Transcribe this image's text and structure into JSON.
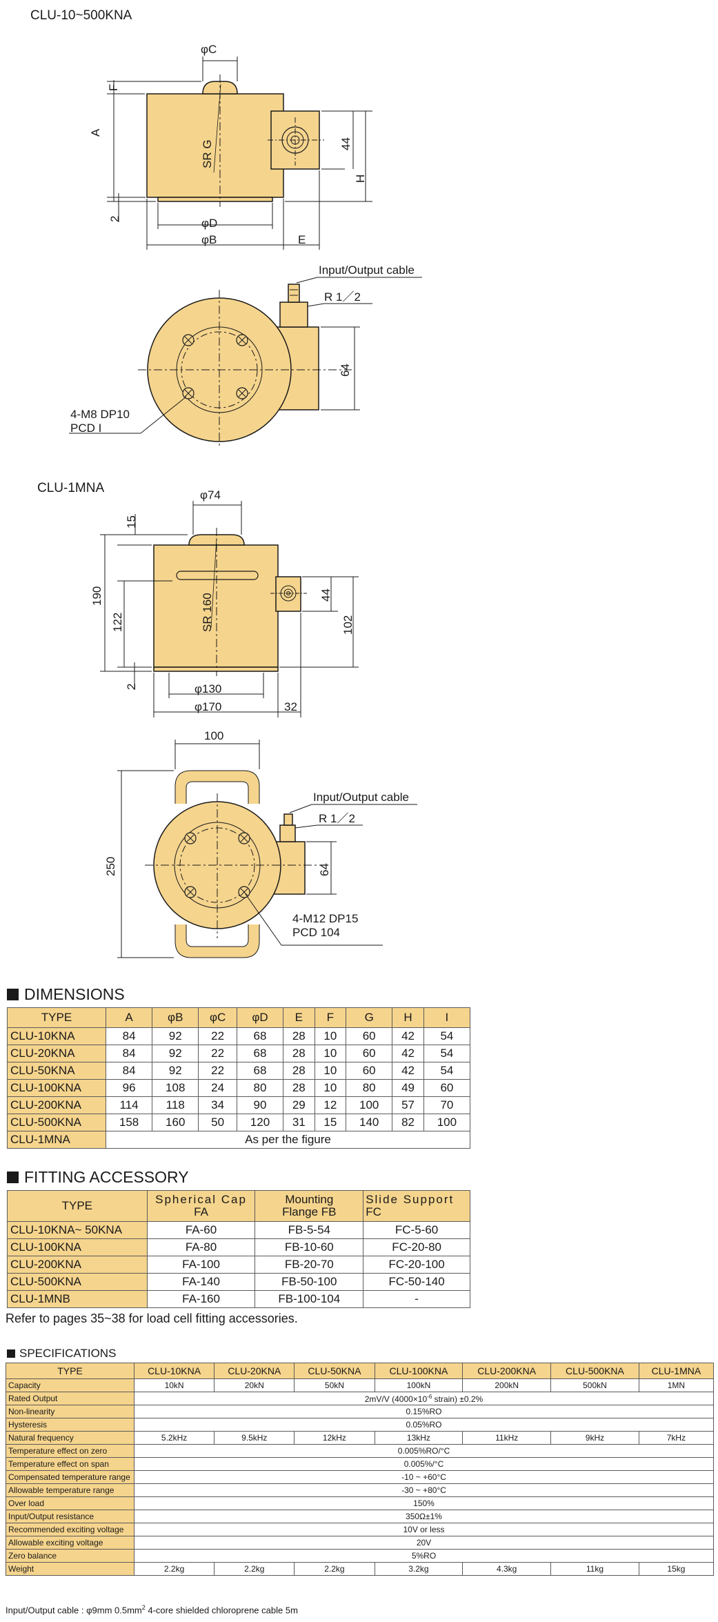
{
  "drawings": {
    "clu500": {
      "title": "CLU-10~500KNA",
      "labels": {
        "phiC": "φC",
        "F": "F",
        "A": "A",
        "srg": "SR G",
        "dim44": "44",
        "H": "H",
        "two": "2",
        "phiD": "φD",
        "phiB": "φB",
        "E": "E",
        "cable": "Input/Output cable",
        "r12": "R 1／2",
        "dim64": "64",
        "bolt1": "4-M8 DP10",
        "bolt2": "PCD I"
      }
    },
    "clu1m": {
      "title": "CLU-1MNA",
      "labels": {
        "phi74": "φ74",
        "d15": "15",
        "d190": "190",
        "d122": "122",
        "sr160": "SR 160",
        "d44": "44",
        "d102": "102",
        "d2": "2",
        "phi130": "φ130",
        "phi170": "φ170",
        "d32": "32",
        "d100": "100",
        "d250": "250",
        "cable": "Input/Output cable",
        "r12": "R 1／2",
        "d64": "64",
        "bolt1": "4-M12  DP15",
        "bolt2": "PCD 104"
      }
    }
  },
  "dimensions": {
    "title": "DIMENSIONS",
    "headers": [
      "TYPE",
      "A",
      "φB",
      "φC",
      "φD",
      "E",
      "F",
      "G",
      "H",
      "I"
    ],
    "rows": [
      [
        "CLU-10KNA",
        "84",
        "92",
        "22",
        "68",
        "28",
        "10",
        "60",
        "42",
        "54"
      ],
      [
        "CLU-20KNA",
        "84",
        "92",
        "22",
        "68",
        "28",
        "10",
        "60",
        "42",
        "54"
      ],
      [
        "CLU-50KNA",
        "84",
        "92",
        "22",
        "68",
        "28",
        "10",
        "60",
        "42",
        "54"
      ],
      [
        "CLU-100KNA",
        "96",
        "108",
        "24",
        "80",
        "28",
        "10",
        "80",
        "49",
        "60"
      ],
      [
        "CLU-200KNA",
        "114",
        "118",
        "34",
        "90",
        "29",
        "12",
        "100",
        "57",
        "70"
      ],
      [
        "CLU-500KNA",
        "158",
        "160",
        "50",
        "120",
        "31",
        "15",
        "140",
        "82",
        "100"
      ]
    ],
    "last_row": {
      "type": "CLU-1MNA",
      "value": "As per the figure"
    }
  },
  "fitting": {
    "title": "FITTING ACCESSORY",
    "headers": {
      "type": "TYPE",
      "fa_1": "Spherical Cap",
      "fa_2": "FA",
      "fb_1": "Mounting",
      "fb_2": "Flange  FB",
      "fc_1": "Slide Support",
      "fc_2": "FC"
    },
    "rows": [
      [
        "CLU-10KNA~ 50KNA",
        "FA-60",
        "FB-5-54",
        "FC-5-60"
      ],
      [
        "CLU-100KNA",
        "FA-80",
        "FB-10-60",
        "FC-20-80"
      ],
      [
        "CLU-200KNA",
        "FA-100",
        "FB-20-70",
        "FC-20-100"
      ],
      [
        "CLU-500KNA",
        "FA-140",
        "FB-50-100",
        "FC-50-140"
      ],
      [
        "CLU-1MNB",
        "FA-160",
        "FB-100-104",
        "-"
      ]
    ],
    "note": "Refer to pages 35~38 for load cell fitting accessories."
  },
  "specs": {
    "title": "SPECIFICATIONS",
    "headers": [
      "TYPE",
      "CLU-10KNA",
      "CLU-20KNA",
      "CLU-50KNA",
      "CLU-100KNA",
      "CLU-200KNA",
      "CLU-500KNA",
      "CLU-1MNA"
    ],
    "capacity": {
      "label": "Capacity",
      "values": [
        "10kN",
        "20kN",
        "50kN",
        "100kN",
        "200kN",
        "500kN",
        "1MN"
      ]
    },
    "rated_output": {
      "label": "Rated Output",
      "value_pre": "2mV/V (4000×10",
      "value_sup": "-6",
      "value_post": " strain) ±0.2%"
    },
    "shared": [
      {
        "label": "Non-linearity",
        "value": "0.15%RO"
      },
      {
        "label": "Hysteresis",
        "value": "0.05%RO"
      }
    ],
    "natural_frequency": {
      "label": "Natural frequency",
      "values": [
        "5.2kHz",
        "9.5kHz",
        "12kHz",
        "13kHz",
        "11kHz",
        "9kHz",
        "7kHz"
      ]
    },
    "shared2": [
      {
        "label": "Temperature effect on zero",
        "value": "0.005%RO/°C"
      },
      {
        "label": "Temperature effect on span",
        "value": "0.005%/°C"
      },
      {
        "label": "Compensated temperature range",
        "value": "-10 ~ +60°C"
      },
      {
        "label": "Allowable temperature range",
        "value": "-30 ~ +80°C"
      },
      {
        "label": "Over load",
        "value": "150%"
      },
      {
        "label": "Input/Output resistance",
        "value": "350Ω±1%"
      },
      {
        "label": "Recommended exciting voltage",
        "value": "10V or less"
      },
      {
        "label": "Allowable exciting voltage",
        "value": "20V"
      },
      {
        "label": "Zero balance",
        "value": "5%RO"
      }
    ],
    "weight": {
      "label": "Weight",
      "values": [
        "2.2kg",
        "2.2kg",
        "2.2kg",
        "3.2kg",
        "4.3kg",
        "11kg",
        "15kg"
      ]
    },
    "note_pre": "Input/Output cable :  φ9mm  0.5mm",
    "note_sup": "2",
    "note_post": "  4-core shielded chloroprene cable 5m"
  },
  "colors": {
    "body": "#f5d48d",
    "line": "#1a1a1a"
  }
}
